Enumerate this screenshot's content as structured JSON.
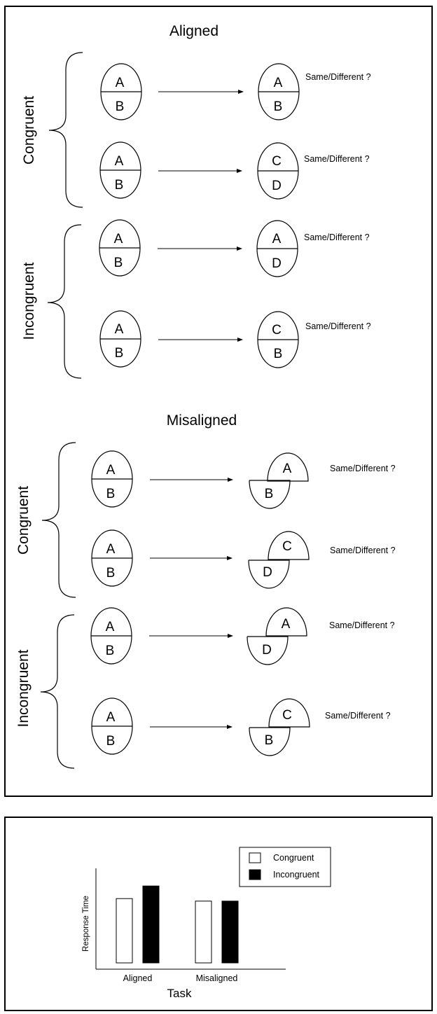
{
  "diagram": {
    "sections": [
      {
        "title": "Aligned",
        "groups": [
          {
            "label": "Congruent",
            "trials": [
              {
                "study": {
                  "top": "A",
                  "bottom": "B"
                },
                "test": {
                  "top": "A",
                  "bottom": "B"
                },
                "question": "Same/Different ?"
              },
              {
                "study": {
                  "top": "A",
                  "bottom": "B"
                },
                "test": {
                  "top": "C",
                  "bottom": "D"
                },
                "question": "Same/Different ?"
              }
            ]
          },
          {
            "label": "Incongruent",
            "trials": [
              {
                "study": {
                  "top": "A",
                  "bottom": "B"
                },
                "test": {
                  "top": "A",
                  "bottom": "D"
                },
                "question": "Same/Different ?"
              },
              {
                "study": {
                  "top": "A",
                  "bottom": "B"
                },
                "test": {
                  "top": "C",
                  "bottom": "B"
                },
                "question": "Same/Different ?"
              }
            ]
          }
        ]
      },
      {
        "title": "Misaligned",
        "groups": [
          {
            "label": "Congruent",
            "trials": [
              {
                "study": {
                  "top": "A",
                  "bottom": "B"
                },
                "test": {
                  "top": "A",
                  "bottom": "B"
                },
                "question": "Same/Different ?"
              },
              {
                "study": {
                  "top": "A",
                  "bottom": "B"
                },
                "test": {
                  "top": "C",
                  "bottom": "D"
                },
                "question": "Same/Different ?"
              }
            ]
          },
          {
            "label": "Incongruent",
            "trials": [
              {
                "study": {
                  "top": "A",
                  "bottom": "B"
                },
                "test": {
                  "top": "A",
                  "bottom": "D"
                },
                "question": "Same/Different ?"
              },
              {
                "study": {
                  "top": "A",
                  "bottom": "B"
                },
                "test": {
                  "top": "C",
                  "bottom": "B"
                },
                "question": "Same/Different ?"
              }
            ]
          }
        ]
      }
    ]
  },
  "chart_data": {
    "type": "bar",
    "categories": [
      "Aligned",
      "Misaligned"
    ],
    "series": [
      {
        "name": "Congruent",
        "color": "#ffffff",
        "values": [
          0.51,
          0.49
        ]
      },
      {
        "name": "Incongruent",
        "color": "#000000",
        "values": [
          0.61,
          0.49
        ]
      }
    ],
    "xlabel": "Task",
    "ylabel": "Response Time",
    "ylim": [
      0,
      1
    ],
    "grid": false,
    "legend": "top-right"
  }
}
